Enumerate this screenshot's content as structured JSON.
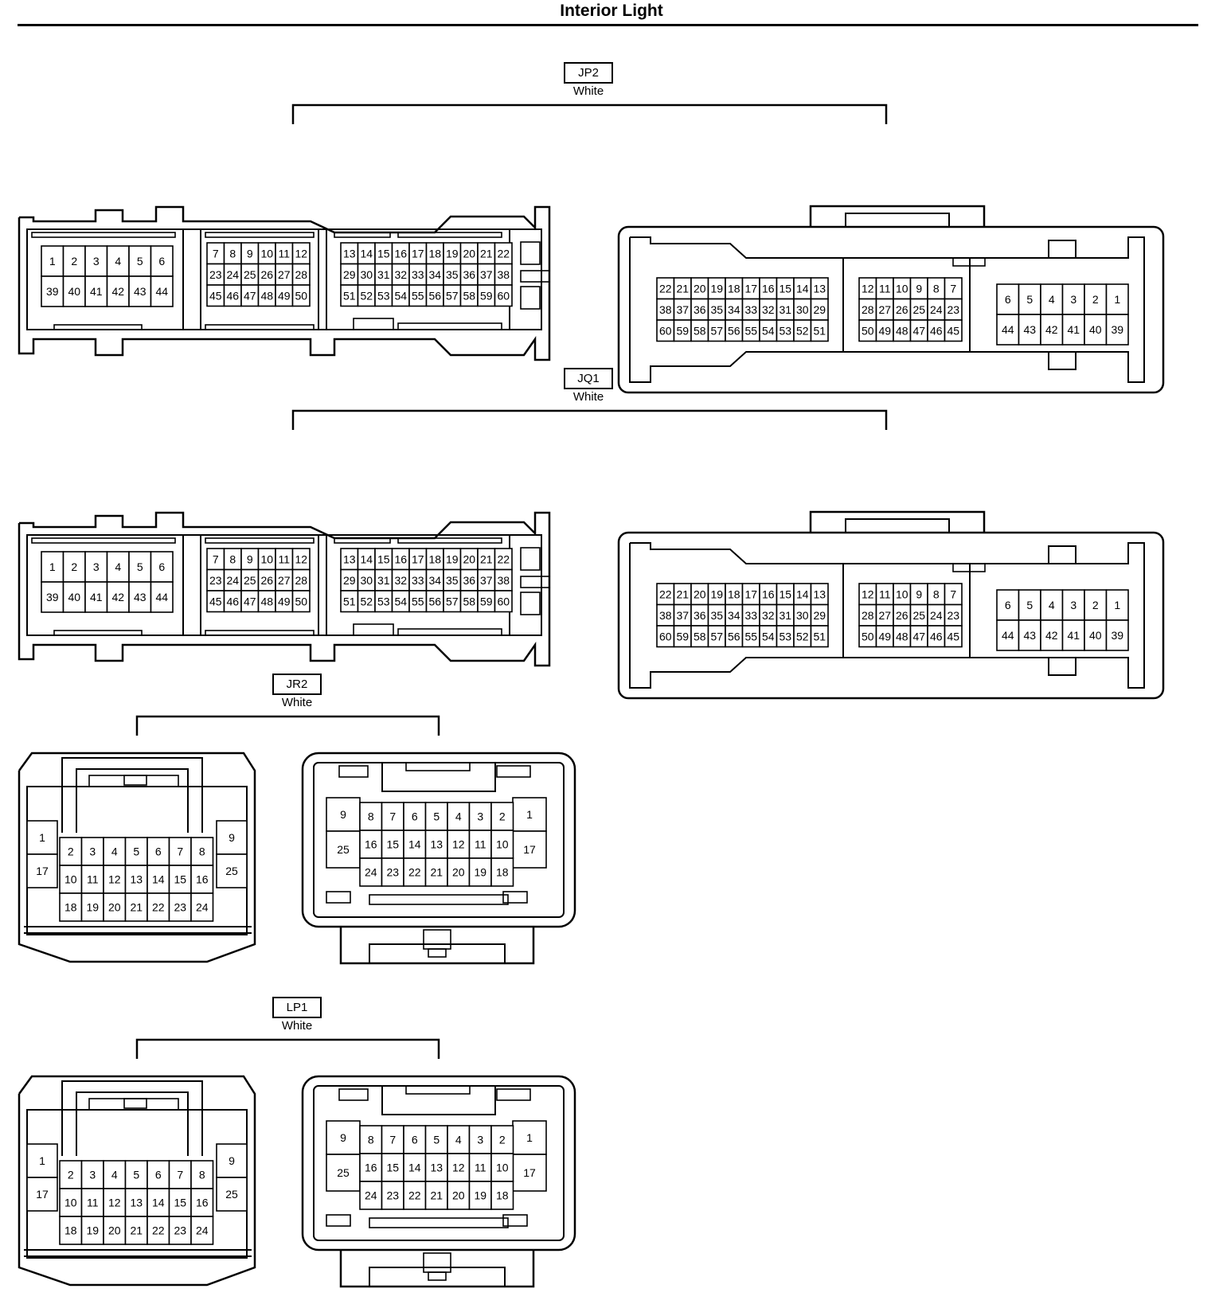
{
  "title": "Interior Light",
  "sections": [
    {
      "id": "JP2",
      "code": "JP2",
      "color": "White"
    },
    {
      "id": "JQ1",
      "code": "JQ1",
      "color": "White"
    },
    {
      "id": "JR2",
      "code": "JR2",
      "color": "White"
    },
    {
      "id": "LP1",
      "code": "LP1",
      "color": "White"
    }
  ],
  "large_connector": {
    "left_groups": [
      {
        "rows": [
          [
            "1",
            "2",
            "3",
            "4",
            "5",
            "6"
          ],
          [
            "39",
            "40",
            "41",
            "42",
            "43",
            "44"
          ]
        ]
      },
      {
        "rows": [
          [
            "7",
            "8",
            "9",
            "10",
            "11",
            "12"
          ],
          [
            "23",
            "24",
            "25",
            "26",
            "27",
            "28"
          ],
          [
            "45",
            "46",
            "47",
            "48",
            "49",
            "50"
          ]
        ]
      },
      {
        "rows": [
          [
            "13",
            "14",
            "15",
            "16",
            "17",
            "18",
            "19",
            "20",
            "21",
            "22"
          ],
          [
            "29",
            "30",
            "31",
            "32",
            "33",
            "34",
            "35",
            "36",
            "37",
            "38"
          ],
          [
            "51",
            "52",
            "53",
            "54",
            "55",
            "56",
            "57",
            "58",
            "59",
            "60"
          ]
        ]
      }
    ],
    "right_groups": [
      {
        "rows": [
          [
            "22",
            "21",
            "20",
            "19",
            "18",
            "17",
            "16",
            "15",
            "14",
            "13"
          ],
          [
            "38",
            "37",
            "36",
            "35",
            "34",
            "33",
            "32",
            "31",
            "30",
            "29"
          ],
          [
            "60",
            "59",
            "58",
            "57",
            "56",
            "55",
            "54",
            "53",
            "52",
            "51"
          ]
        ]
      },
      {
        "rows": [
          [
            "12",
            "11",
            "10",
            "9",
            "8",
            "7"
          ],
          [
            "28",
            "27",
            "26",
            "25",
            "24",
            "23"
          ],
          [
            "50",
            "49",
            "48",
            "47",
            "46",
            "45"
          ]
        ]
      },
      {
        "rows": [
          [
            "6",
            "5",
            "4",
            "3",
            "2",
            "1"
          ],
          [
            "44",
            "43",
            "42",
            "41",
            "40",
            "39"
          ]
        ]
      }
    ]
  },
  "small_connector": {
    "left": {
      "side_left": [
        "1",
        "17"
      ],
      "rows": [
        [
          "2",
          "3",
          "4",
          "5",
          "6",
          "7",
          "8"
        ],
        [
          "10",
          "11",
          "12",
          "13",
          "14",
          "15",
          "16"
        ],
        [
          "18",
          "19",
          "20",
          "21",
          "22",
          "23",
          "24"
        ]
      ],
      "side_right": [
        "9",
        "25"
      ]
    },
    "right": {
      "side_left": [
        "9",
        "25"
      ],
      "rows": [
        [
          "8",
          "7",
          "6",
          "5",
          "4",
          "3",
          "2"
        ],
        [
          "16",
          "15",
          "14",
          "13",
          "12",
          "11",
          "10"
        ],
        [
          "24",
          "23",
          "22",
          "21",
          "20",
          "19",
          "18"
        ]
      ],
      "side_right": [
        "1",
        "17"
      ]
    }
  }
}
